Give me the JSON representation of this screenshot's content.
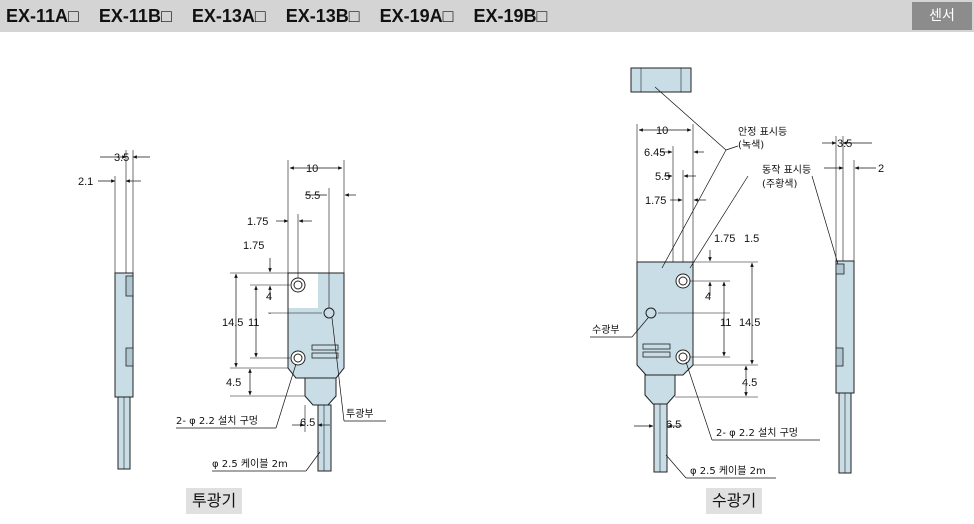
{
  "header": {
    "models": [
      "EX-11A□",
      "EX-11B□",
      "EX-13A□",
      "EX-13B□",
      "EX-19A□",
      "EX-19B□"
    ],
    "category_tag": "센서"
  },
  "emitter": {
    "caption": "투광기",
    "dims": {
      "d35": "3.5",
      "d21": "2.1",
      "d10": "10",
      "d55": "5.5",
      "d175a": "1.75",
      "d175b": "1.75",
      "d4": "4",
      "d145": "14.5",
      "d11": "11",
      "d45": "4.5",
      "d65": "6.5"
    },
    "labels": {
      "mount_holes": "2- φ 2.2 설치 구멍",
      "cable": "φ 2.5 케이블 2m",
      "emitting_part": "투광부"
    }
  },
  "receiver": {
    "caption": "수광기",
    "dims": {
      "d10": "10",
      "d645": "6.45",
      "d55": "5.5",
      "d175": "1.75",
      "d175b": "1.75",
      "d15": "1.5",
      "d4": "4",
      "d11": "11",
      "d145": "14.5",
      "d45": "4.5",
      "d65": "6.5",
      "d35": "3.5",
      "d2": "2"
    },
    "labels": {
      "stability_led": "안정 표시등",
      "stability_color": "(녹색)",
      "operation_led": "동작 표시등",
      "operation_color": "(주황색)",
      "receiving_part": "수광부",
      "mount_holes": "2- φ 2.2 설치 구멍",
      "cable": "φ 2.5 케이블 2m"
    }
  },
  "colors": {
    "header_bg": "#d4d4d4",
    "tag_bg": "#8c8c8c",
    "sensor_fill": "#c9dde6",
    "caption_bg": "#e0e0e0"
  }
}
